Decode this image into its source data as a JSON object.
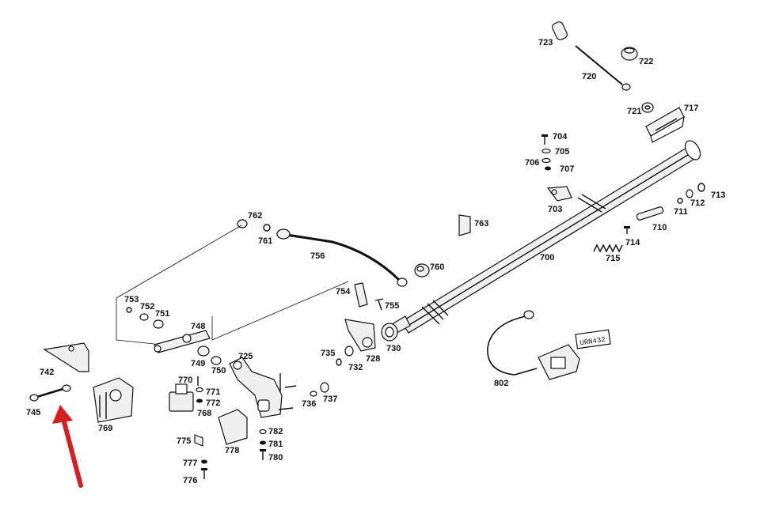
{
  "diagram": {
    "labels": {
      "l700": "700",
      "l703": "703",
      "l704": "704",
      "l705": "705",
      "l706": "706",
      "l707": "707",
      "l710": "710",
      "l711": "711",
      "l712": "712",
      "l713": "713",
      "l714": "714",
      "l715": "715",
      "l717": "717",
      "l720": "720",
      "l721": "721",
      "l722": "722",
      "l723": "723",
      "l725": "725",
      "l728": "728",
      "l730": "730",
      "l732": "732",
      "l735": "735",
      "l736": "736",
      "l737": "737",
      "l742": "742",
      "l745": "745",
      "l748": "748",
      "l749": "749",
      "l750": "750",
      "l751": "751",
      "l752": "752",
      "l753": "753",
      "l754": "754",
      "l755": "755",
      "l756": "756",
      "l760": "760",
      "l761": "761",
      "l762": "762",
      "l763": "763",
      "l768": "768",
      "l769": "769",
      "l770": "770",
      "l771": "771",
      "l772": "772",
      "l775": "775",
      "l776": "776",
      "l777": "777",
      "l778": "778",
      "l780": "780",
      "l781": "781",
      "l782": "782",
      "l802": "802"
    },
    "plate_text": "URN432",
    "arrow_color": "#d42020"
  }
}
